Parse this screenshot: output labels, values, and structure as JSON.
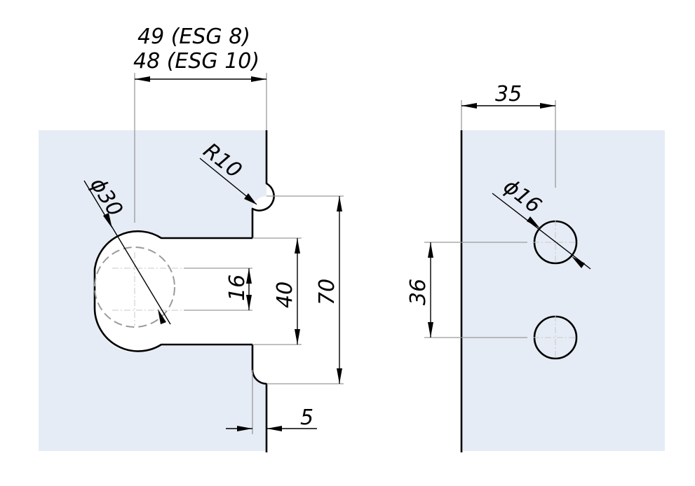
{
  "colors": {
    "plate_fill": "#e6ecf5",
    "outline": "#000000",
    "extension_line": "#9a9a9a",
    "hidden_line": "#9a9a9a",
    "centerline": "#c8c8c8"
  },
  "dimensions": {
    "width_esg8": "49 (ESG 8)",
    "width_esg10": "48 (ESG 10)",
    "corner_radius": "R10",
    "large_diameter": "ϕ30",
    "inner_width": "16",
    "slot_width": "40",
    "notch_height": "70",
    "plate_offset": "5",
    "hole_offset": "35",
    "small_diameter": "ϕ16",
    "hole_spacing": "36"
  }
}
